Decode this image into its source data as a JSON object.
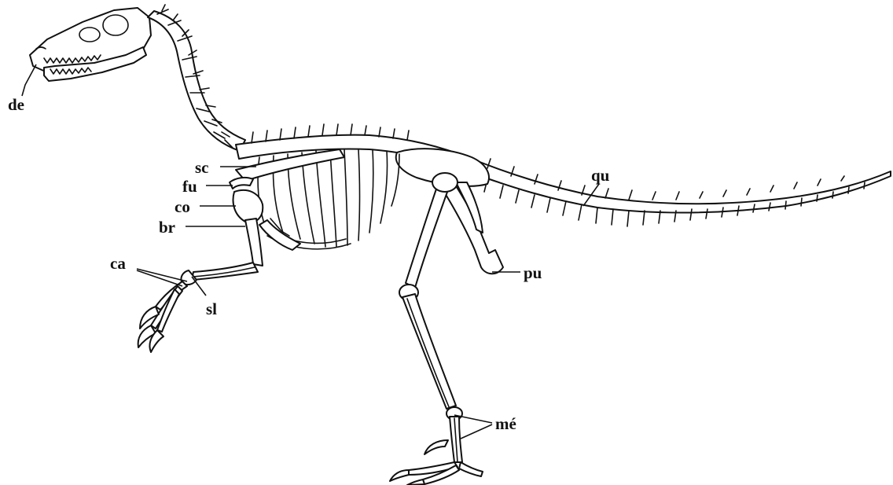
{
  "labels": {
    "de": "de",
    "sc": "sc",
    "fu": "fu",
    "co": "co",
    "br": "br",
    "ca": "ca",
    "sl": "sl",
    "qu": "qu",
    "pu": "pu",
    "me": "mé"
  }
}
